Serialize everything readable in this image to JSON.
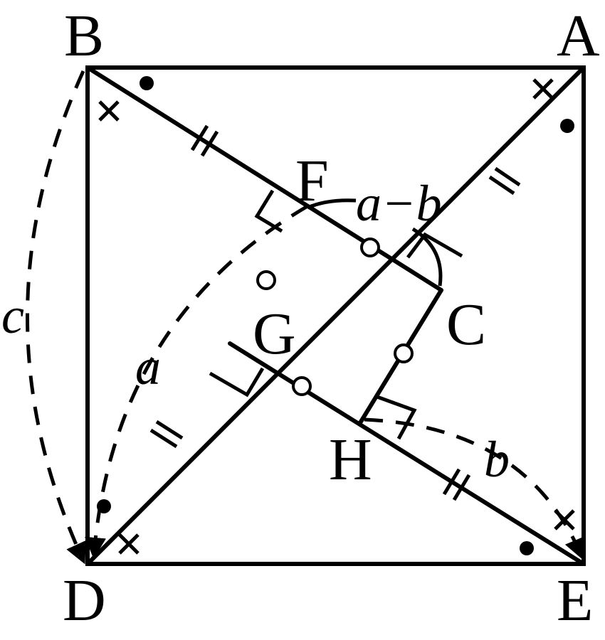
{
  "points": {
    "A": "A",
    "B": "B",
    "C": "C",
    "D": "D",
    "E": "E",
    "F": "F",
    "G": "G",
    "H": "H"
  },
  "lengths": {
    "c": "c",
    "a": "a",
    "b": "b",
    "a_minus_b": "a−b"
  }
}
